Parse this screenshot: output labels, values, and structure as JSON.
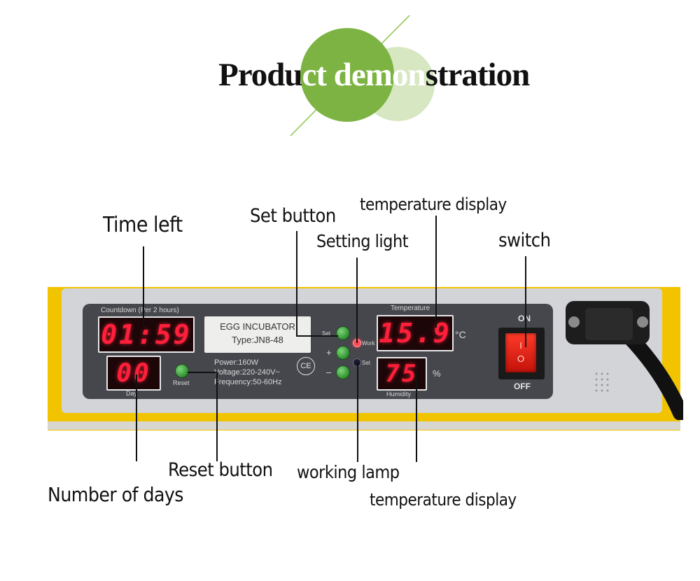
{
  "header": {
    "title_part1": "Produ",
    "title_part2": "ct demon",
    "title_part3": "stration"
  },
  "callouts": {
    "time_left": "Time left",
    "set_button": "Set button",
    "temperature_display_top": "temperature display",
    "setting_light": "Setting light",
    "switch": "switch",
    "reset_button": "Reset button",
    "working_lamp": "working lamp",
    "number_of_days": "Number of days",
    "temperature_display_bottom": "temperature display"
  },
  "panel": {
    "countdown_label": "Countdown (Per 2 hours)",
    "countdown_value": "01:59",
    "day_value": "00",
    "day_label": "Day",
    "reset_label": "Reset",
    "info_title": "EGG INCUBATOR",
    "info_type": "Type:JN8-48",
    "power": "Power:160W",
    "voltage": "Voltage:220-240V~",
    "frequency": "Frequency:50-60Hz",
    "ce_mark": "CE",
    "set_small": "Set",
    "plus": "+",
    "minus": "–",
    "work_led_label": "Work",
    "set_led_label": "Set",
    "temperature_label": "Temperature",
    "temperature_value": "15.9",
    "temperature_unit": "°C",
    "humidity_value": "75",
    "humidity_unit": "%",
    "humidity_label": "Humidity",
    "switch_on": "ON",
    "switch_off": "OFF"
  },
  "colors": {
    "accent_green": "#7cb342",
    "frame_yellow": "#f2c400",
    "display_red": "#ff1f3a"
  }
}
